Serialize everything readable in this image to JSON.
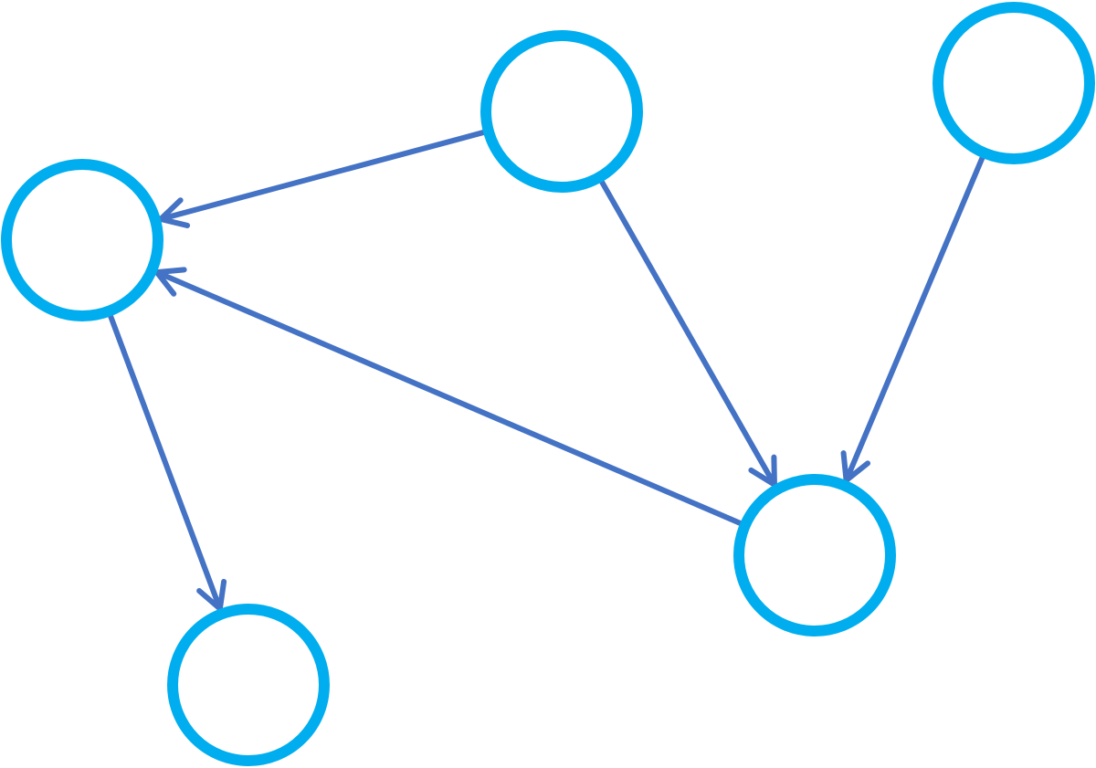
{
  "colors": {
    "node_stroke": "#00AEEF",
    "edge_stroke": "#4472C4",
    "background": "#FFFFFF"
  },
  "graph": {
    "directed": true,
    "nodes": [
      {
        "id": "n1",
        "label": ""
      },
      {
        "id": "n2",
        "label": ""
      },
      {
        "id": "n3",
        "label": ""
      },
      {
        "id": "n4",
        "label": ""
      },
      {
        "id": "n5",
        "label": ""
      },
      {
        "id": "n6",
        "label": ""
      }
    ],
    "edges": [
      {
        "from": "n2",
        "to": "n1"
      },
      {
        "from": "n2",
        "to": "n5"
      },
      {
        "from": "n3",
        "to": "n5"
      },
      {
        "from": "n5",
        "to": "n1"
      },
      {
        "from": "n1",
        "to": "n4"
      }
    ]
  }
}
